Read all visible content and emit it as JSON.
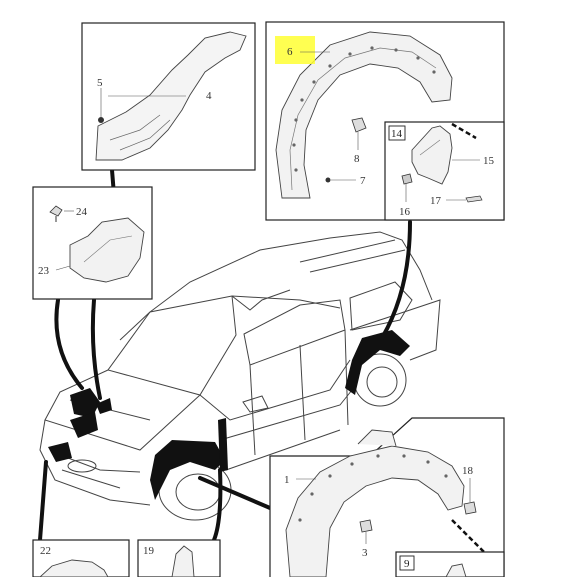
{
  "diagram": {
    "accent_highlight": "#ffff33",
    "panel_top_center": {
      "callouts": [
        "5",
        "4"
      ]
    },
    "panel_top_right": {
      "callouts": [
        "6",
        "8",
        "7"
      ],
      "highlighted_callout": "6"
    },
    "panel_mudflap": {
      "callouts": [
        "14",
        "15",
        "16",
        "17"
      ]
    },
    "panel_left": {
      "callouts": [
        "24",
        "23"
      ]
    },
    "panel_bottom_right": {
      "callouts": [
        "1",
        "18",
        "3"
      ]
    },
    "panel_bottom_left_a": {
      "callouts": [
        "22"
      ]
    },
    "panel_bottom_left_b": {
      "callouts": [
        "19"
      ]
    },
    "panel_bottom_right_small": {
      "callouts": [
        "9"
      ]
    }
  }
}
